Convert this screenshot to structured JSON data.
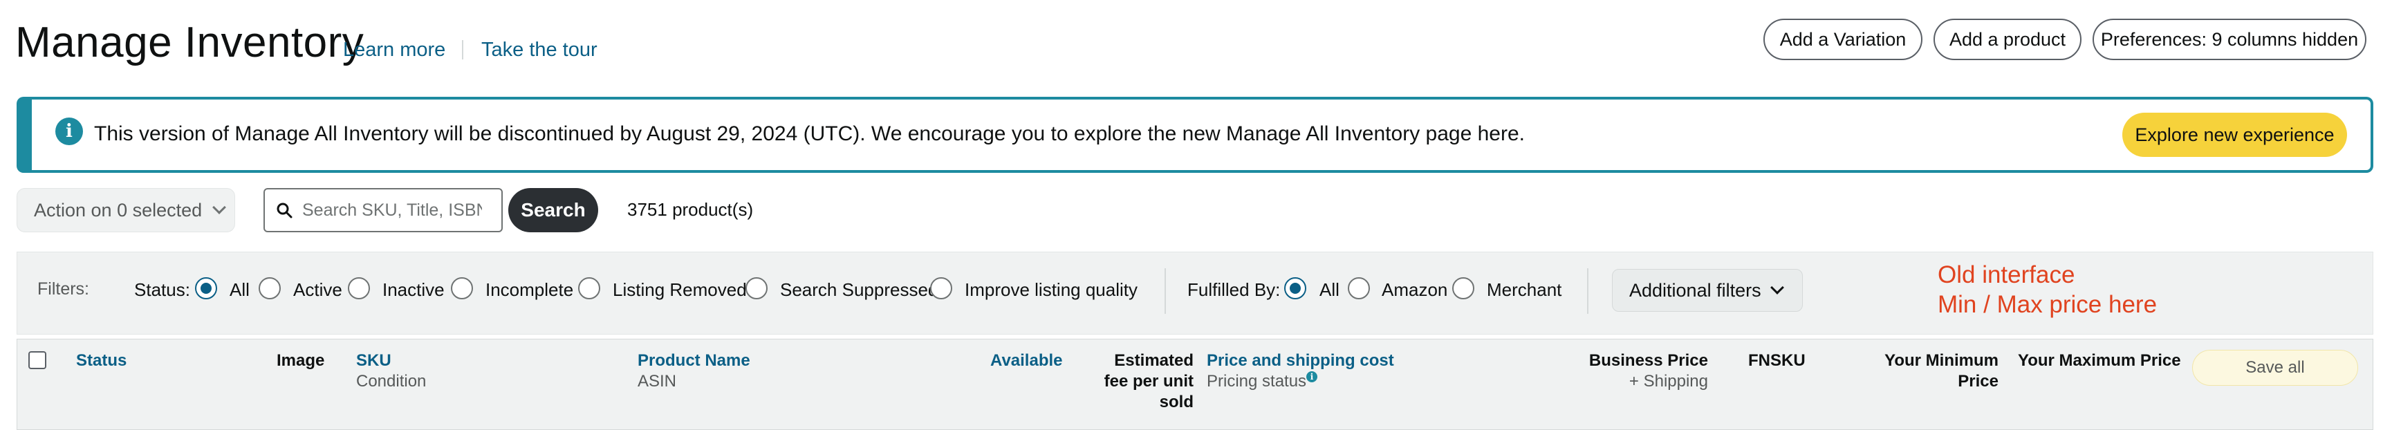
{
  "header": {
    "title": "Manage Inventory",
    "learn_more": "Learn more",
    "take_tour": "Take the tour",
    "buttons": {
      "add_variation": "Add a Variation",
      "add_product": "Add a product",
      "preferences": "Preferences: 9 columns hidden"
    }
  },
  "banner": {
    "icon": "info-icon",
    "text": "This version of Manage All Inventory will be discontinued by August 29, 2024 (UTC). We encourage you to explore the new Manage All Inventory page here.",
    "button": "Explore new experience"
  },
  "toolbar": {
    "action_dropdown": "Action on 0 selected",
    "search_placeholder": "Search SKU, Title, ISBN",
    "search_button": "Search",
    "product_count": "3751 product(s)"
  },
  "filters": {
    "label": "Filters:",
    "status_label": "Status:",
    "status_options": [
      "All",
      "Active",
      "Inactive",
      "Incomplete",
      "Listing Removed",
      "Search Suppressed",
      "Improve listing quality"
    ],
    "status_selected": "All",
    "fulfilled_label": "Fulfilled By:",
    "fulfilled_options": [
      "All",
      "Amazon",
      "Merchant"
    ],
    "fulfilled_selected": "All",
    "additional_filters": "Additional filters",
    "annotation_line1": "Old interface",
    "annotation_line2": "Min / Max price here"
  },
  "table": {
    "columns": {
      "status": "Status",
      "image": "Image",
      "sku": "SKU",
      "sku_sub": "Condition",
      "product_name": "Product Name",
      "product_name_sub": "ASIN",
      "available": "Available",
      "fee_line1": "Estimated",
      "fee_line2": "fee per unit",
      "fee_line3": "sold",
      "price": "Price and shipping cost",
      "price_sub": "Pricing status",
      "business_price": "Business Price",
      "business_price_sub": "+ Shipping",
      "fnsku": "FNSKU",
      "min_price_line1": "Your Minimum",
      "min_price_line2": "Price",
      "max_price": "Your Maximum Price"
    },
    "save_all": "Save all"
  },
  "colors": {
    "link": "#0b5f86",
    "banner_accent": "#1d8ba0",
    "explore_button": "#f6d23b",
    "search_button": "#2b2f33",
    "annotation": "#e0431f"
  }
}
